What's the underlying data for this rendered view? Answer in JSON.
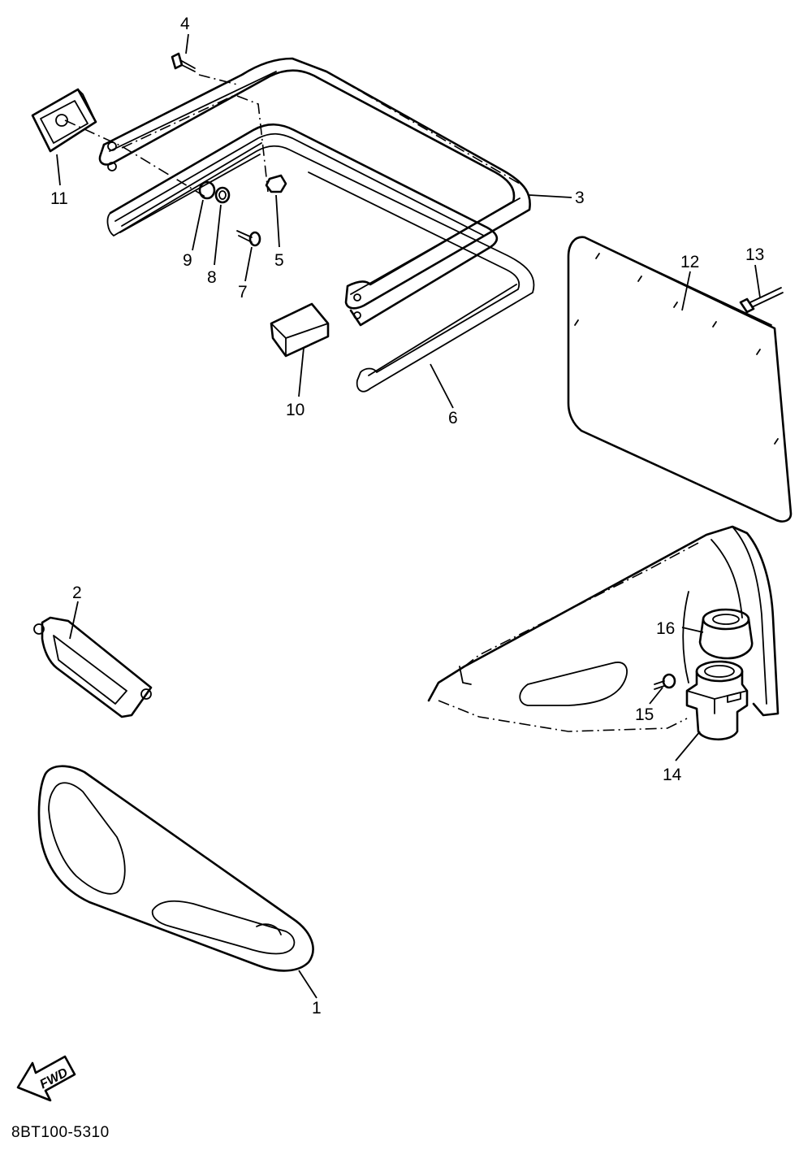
{
  "diagram_code": "8BT100-5310",
  "direction_label": "FWD",
  "callouts": [
    "1",
    "2",
    "3",
    "4",
    "5",
    "6",
    "7",
    "8",
    "9",
    "10",
    "11",
    "12",
    "13",
    "14",
    "15",
    "16"
  ]
}
